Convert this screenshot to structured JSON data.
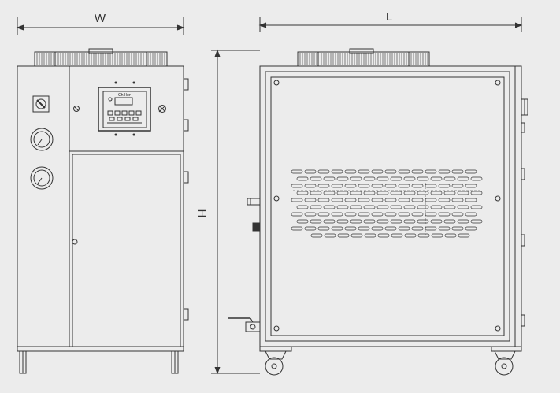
{
  "dimensions": {
    "width_label": "W",
    "length_label": "L",
    "height_label": "H"
  },
  "colors": {
    "background": "#ececec",
    "stroke": "#333333"
  },
  "controller": {
    "brand_label": "Chiller"
  }
}
